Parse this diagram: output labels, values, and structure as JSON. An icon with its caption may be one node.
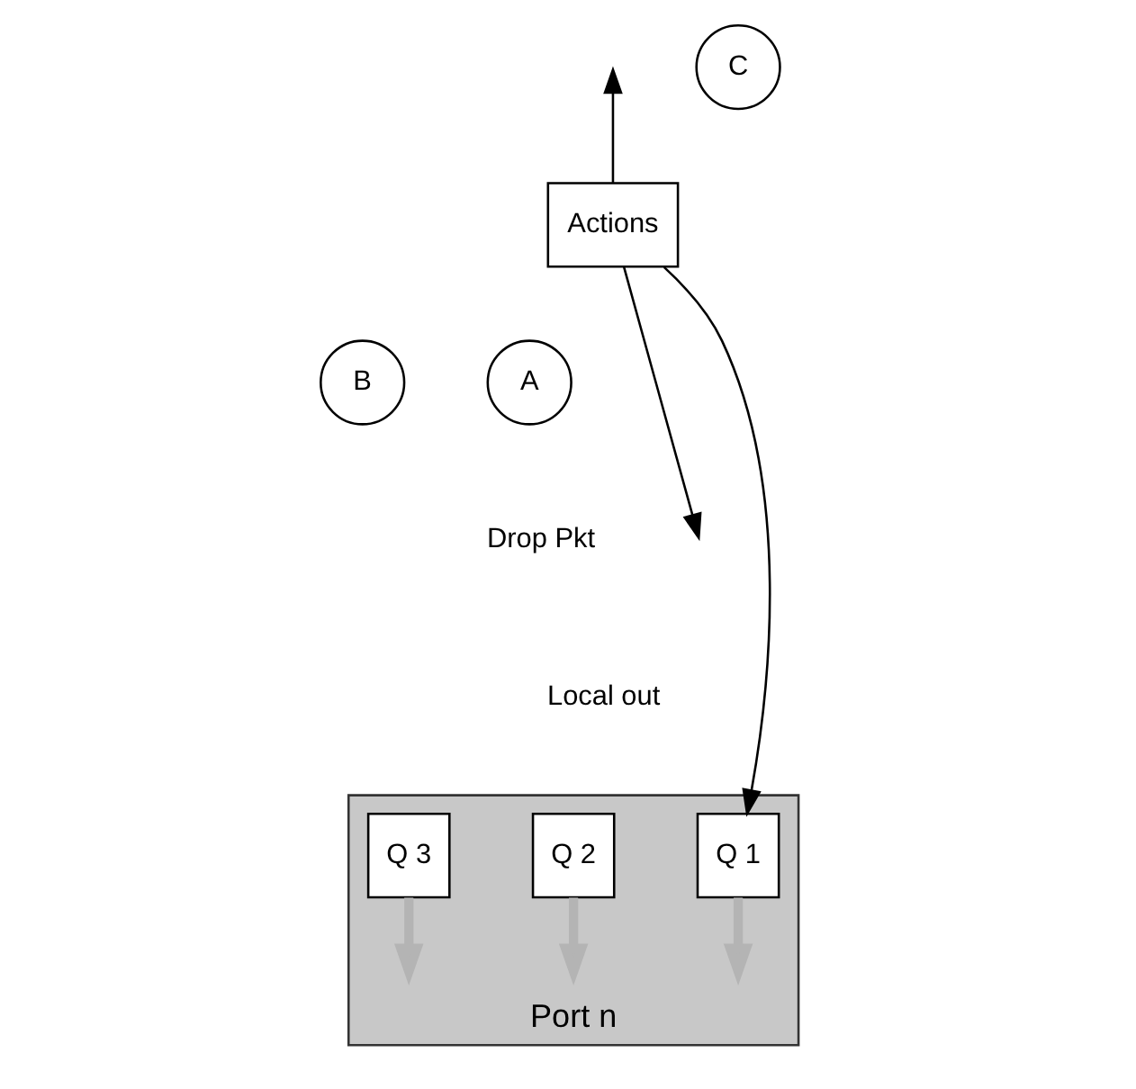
{
  "diagram": {
    "nodes": [
      {
        "text": [
          "Actions"
        ]
      },
      {
        "text": [
          "C"
        ]
      },
      {
        "text": [
          "B"
        ]
      },
      {
        "text": [
          "A"
        ]
      },
      {
        "text": [
          "Port n"
        ]
      },
      {
        "text": [
          "Q 1"
        ],
        "in": 4
      },
      {
        "text": [
          "Q 2"
        ],
        "in": 4
      },
      {
        "text": [
          "Q 3"
        ],
        "in": 4
      }
    ],
    "edges": [
      {
        "from": 0,
        "to": null,
        "arrow": "to"
      },
      {
        "from": 0,
        "to": null,
        "arrow": "to"
      },
      {
        "from": 0,
        "to": 5,
        "arrow": "to"
      },
      {
        "from": 5,
        "to": null,
        "arrow": "to",
        "style": "thick",
        "color": "#b4b4b4"
      },
      {
        "from": 6,
        "to": null,
        "arrow": "to",
        "style": "thick",
        "color": "#b4b4b4"
      },
      {
        "from": 7,
        "to": null,
        "arrow": "to",
        "style": "thick",
        "color": "#b4b4b4"
      }
    ],
    "labels": [
      "Drop Pkt",
      "Local out"
    ]
  }
}
